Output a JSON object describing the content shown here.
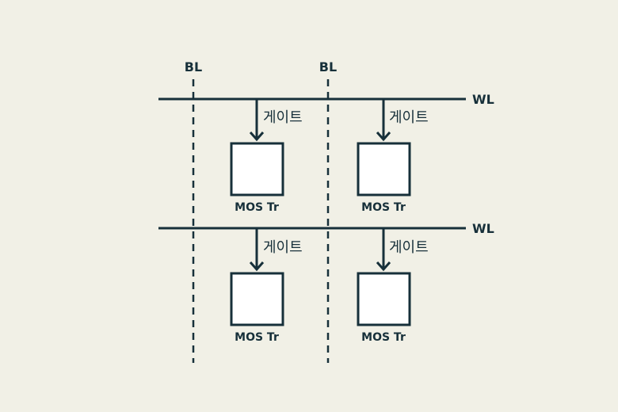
{
  "colors": {
    "background": "#f1f0e6",
    "stroke": "#17303a",
    "cell_fill": "#ffffff"
  },
  "bit_lines": {
    "left_label": "BL",
    "right_label": "BL"
  },
  "word_lines": {
    "top_label": "WL",
    "bottom_label": "WL"
  },
  "cells": {
    "top_left": {
      "gate_label": "게이트",
      "transistor_label": "MOS Tr"
    },
    "top_right": {
      "gate_label": "게이트",
      "transistor_label": "MOS Tr"
    },
    "bottom_left": {
      "gate_label": "게이트",
      "transistor_label": "MOS Tr"
    },
    "bottom_right": {
      "gate_label": "게이트",
      "transistor_label": "MOS Tr"
    }
  }
}
